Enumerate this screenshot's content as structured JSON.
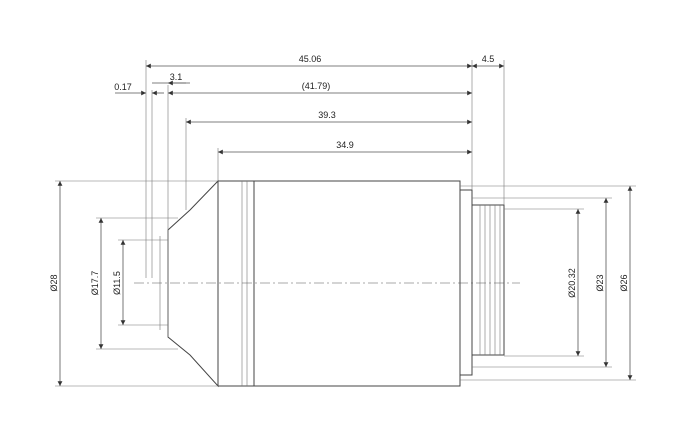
{
  "drawing": {
    "dimensions": {
      "overall_length": "45.06",
      "rear_length": "4.5",
      "cover_glass": "0.17",
      "front_offset": "3.1",
      "working_length": "(41.79)",
      "length_39": "39.3",
      "length_34": "34.9",
      "dia_28": "Ø28",
      "dia_17": "Ø17.7",
      "dia_11": "Ø11.5",
      "dia_20": "Ø20.32",
      "dia_23": "Ø23",
      "dia_26": "Ø26"
    }
  }
}
